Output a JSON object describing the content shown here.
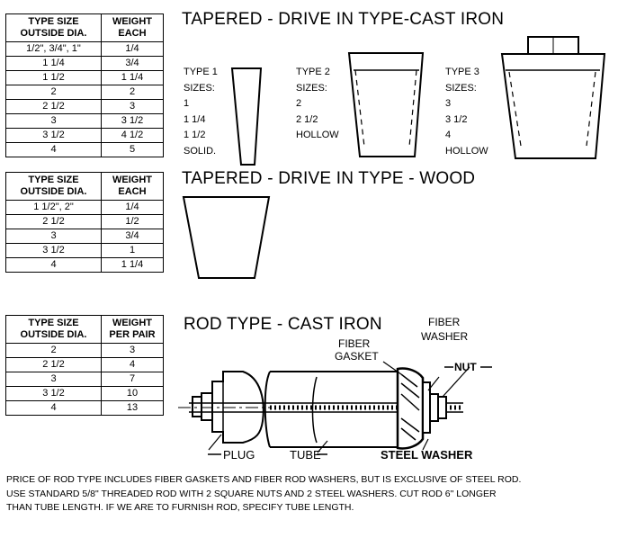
{
  "tables": {
    "cast_iron": {
      "header": [
        "TYPE SIZE\nOUTSIDE DIA.",
        "WEIGHT\nEACH"
      ],
      "rows": [
        [
          "1/2\", 3/4\", 1\"",
          "1/4"
        ],
        [
          "1 1/4",
          "3/4"
        ],
        [
          "1 1/2",
          "1 1/4"
        ],
        [
          "2",
          "2"
        ],
        [
          "2 1/2",
          "3"
        ],
        [
          "3",
          "3 1/2"
        ],
        [
          "3 1/2",
          "4 1/2"
        ],
        [
          "4",
          "5"
        ]
      ]
    },
    "wood": {
      "header": [
        "TYPE SIZE\nOUTSIDE DIA.",
        "WEIGHT\nEACH"
      ],
      "rows": [
        [
          "1 1/2\", 2\"",
          "1/4"
        ],
        [
          "2 1/2",
          "1/2"
        ],
        [
          "3",
          "3/4"
        ],
        [
          "3 1/2",
          "1"
        ],
        [
          "4",
          "1 1/4"
        ]
      ]
    },
    "rod": {
      "header": [
        "TYPE SIZE\nOUTSIDE DIA.",
        "WEIGHT\nPER PAIR"
      ],
      "rows": [
        [
          "2",
          "3"
        ],
        [
          "2 1/2",
          "4"
        ],
        [
          "3",
          "7"
        ],
        [
          "3 1/2",
          "10"
        ],
        [
          "4",
          "13"
        ]
      ]
    }
  },
  "headings": {
    "cast_iron": "TAPERED - DRIVE IN TYPE-CAST IRON",
    "wood": "TAPERED - DRIVE IN TYPE - WOOD",
    "rod": "ROD TYPE - CAST IRON"
  },
  "types": {
    "type1": [
      "TYPE 1",
      "SIZES:",
      "1",
      "1 1/4",
      "1 1/2",
      "SOLID."
    ],
    "type2": [
      "TYPE 2",
      "SIZES:",
      "2",
      "2 1/2",
      "HOLLOW"
    ],
    "type3": [
      "TYPE 3",
      "SIZES:",
      "3",
      "3 1/2",
      "4",
      "HOLLOW"
    ]
  },
  "diagram_labels": {
    "fiber_gasket_1": "FIBER",
    "fiber_gasket_2": "GASKET",
    "fiber_washer_1": "FIBER",
    "fiber_washer_2": "WASHER",
    "nut": "NUT",
    "plug": "PLUG",
    "tube": "TUBE",
    "steel_washer": "STEEL WASHER"
  },
  "note": [
    "PRICE OF ROD TYPE INCLUDES FIBER GASKETS AND FIBER ROD WASHERS, BUT IS EXCLUSIVE OF STEEL ROD.",
    "USE STANDARD 5/8\" THREADED ROD WITH 2 SQUARE NUTS AND 2 STEEL WASHERS. CUT ROD 6\" LONGER",
    "THAN TUBE LENGTH. IF WE ARE TO FURNISH ROD, SPECIFY TUBE LENGTH."
  ]
}
